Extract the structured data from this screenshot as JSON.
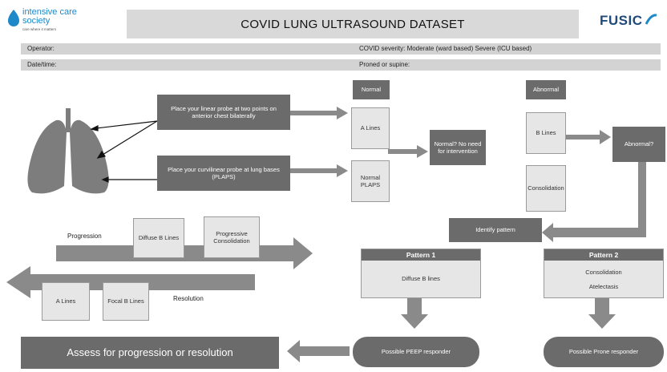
{
  "logo": {
    "line1": "intensive care",
    "line2": "society",
    "tagline": "care where it matters",
    "fusic": "FUSIC"
  },
  "header": {
    "title": "COVID LUNG ULTRASOUND DATASET"
  },
  "info": {
    "operator": "Operator:",
    "datetime": "Date/time:",
    "severity": "COVID severity: Moderate (ward based) Severe (ICU based)",
    "position": "Proned or supine:"
  },
  "probes": {
    "linear": "Place your linear probe at two points on anterior chest bilaterally",
    "curvilinear": "Place your curvilinear probe at lung bases (PLAPS)"
  },
  "normal": {
    "header": "Normal",
    "a_lines": "A Lines",
    "plaps": "Normal PLAPS",
    "result": "Normal? No need for intervention"
  },
  "abnormal": {
    "header": "Abnormal",
    "b_lines": "B Lines",
    "consolidation": "Consolidation",
    "result": "Abnormal?"
  },
  "identify": "Identify pattern",
  "pattern1": {
    "title": "Pattern 1",
    "body": "Diffuse B lines",
    "outcome": "Possible PEEP responder"
  },
  "pattern2": {
    "title": "Pattern 2",
    "body1": "Consolidation",
    "body2": "Atelectasis",
    "outcome": "Possible Prone responder"
  },
  "progression": {
    "label": "Progression",
    "box1": "Diffuse B Lines",
    "box2": "Progressive Consolidation"
  },
  "resolution": {
    "label": "Resolution",
    "box1": "A Lines",
    "box2": "Focal B Lines"
  },
  "assess": "Assess for progression or resolution"
}
